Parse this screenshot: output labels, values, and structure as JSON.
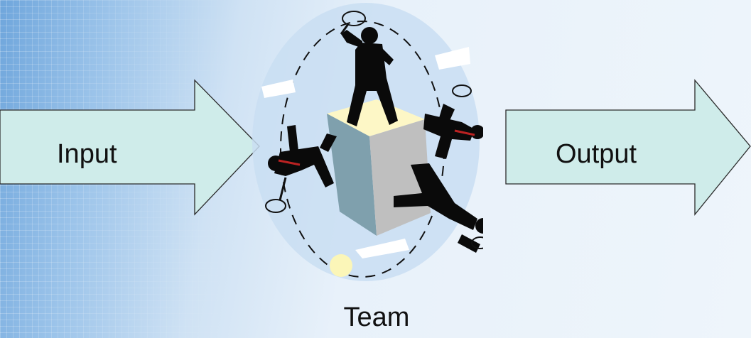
{
  "diagram": {
    "input_label": "Input",
    "output_label": "Output",
    "team_label": "Team"
  },
  "colors": {
    "arrow_fill": "#cfecea",
    "arrow_stroke": "#2b2b2b",
    "cube_top": "#fdf7c6",
    "cube_left": "#7fa0ad",
    "cube_right": "#bfbfbf",
    "oval": "#c9def2",
    "ball": "#fbf6b8"
  },
  "illustration": {
    "icon": "team-clipart-icon"
  }
}
